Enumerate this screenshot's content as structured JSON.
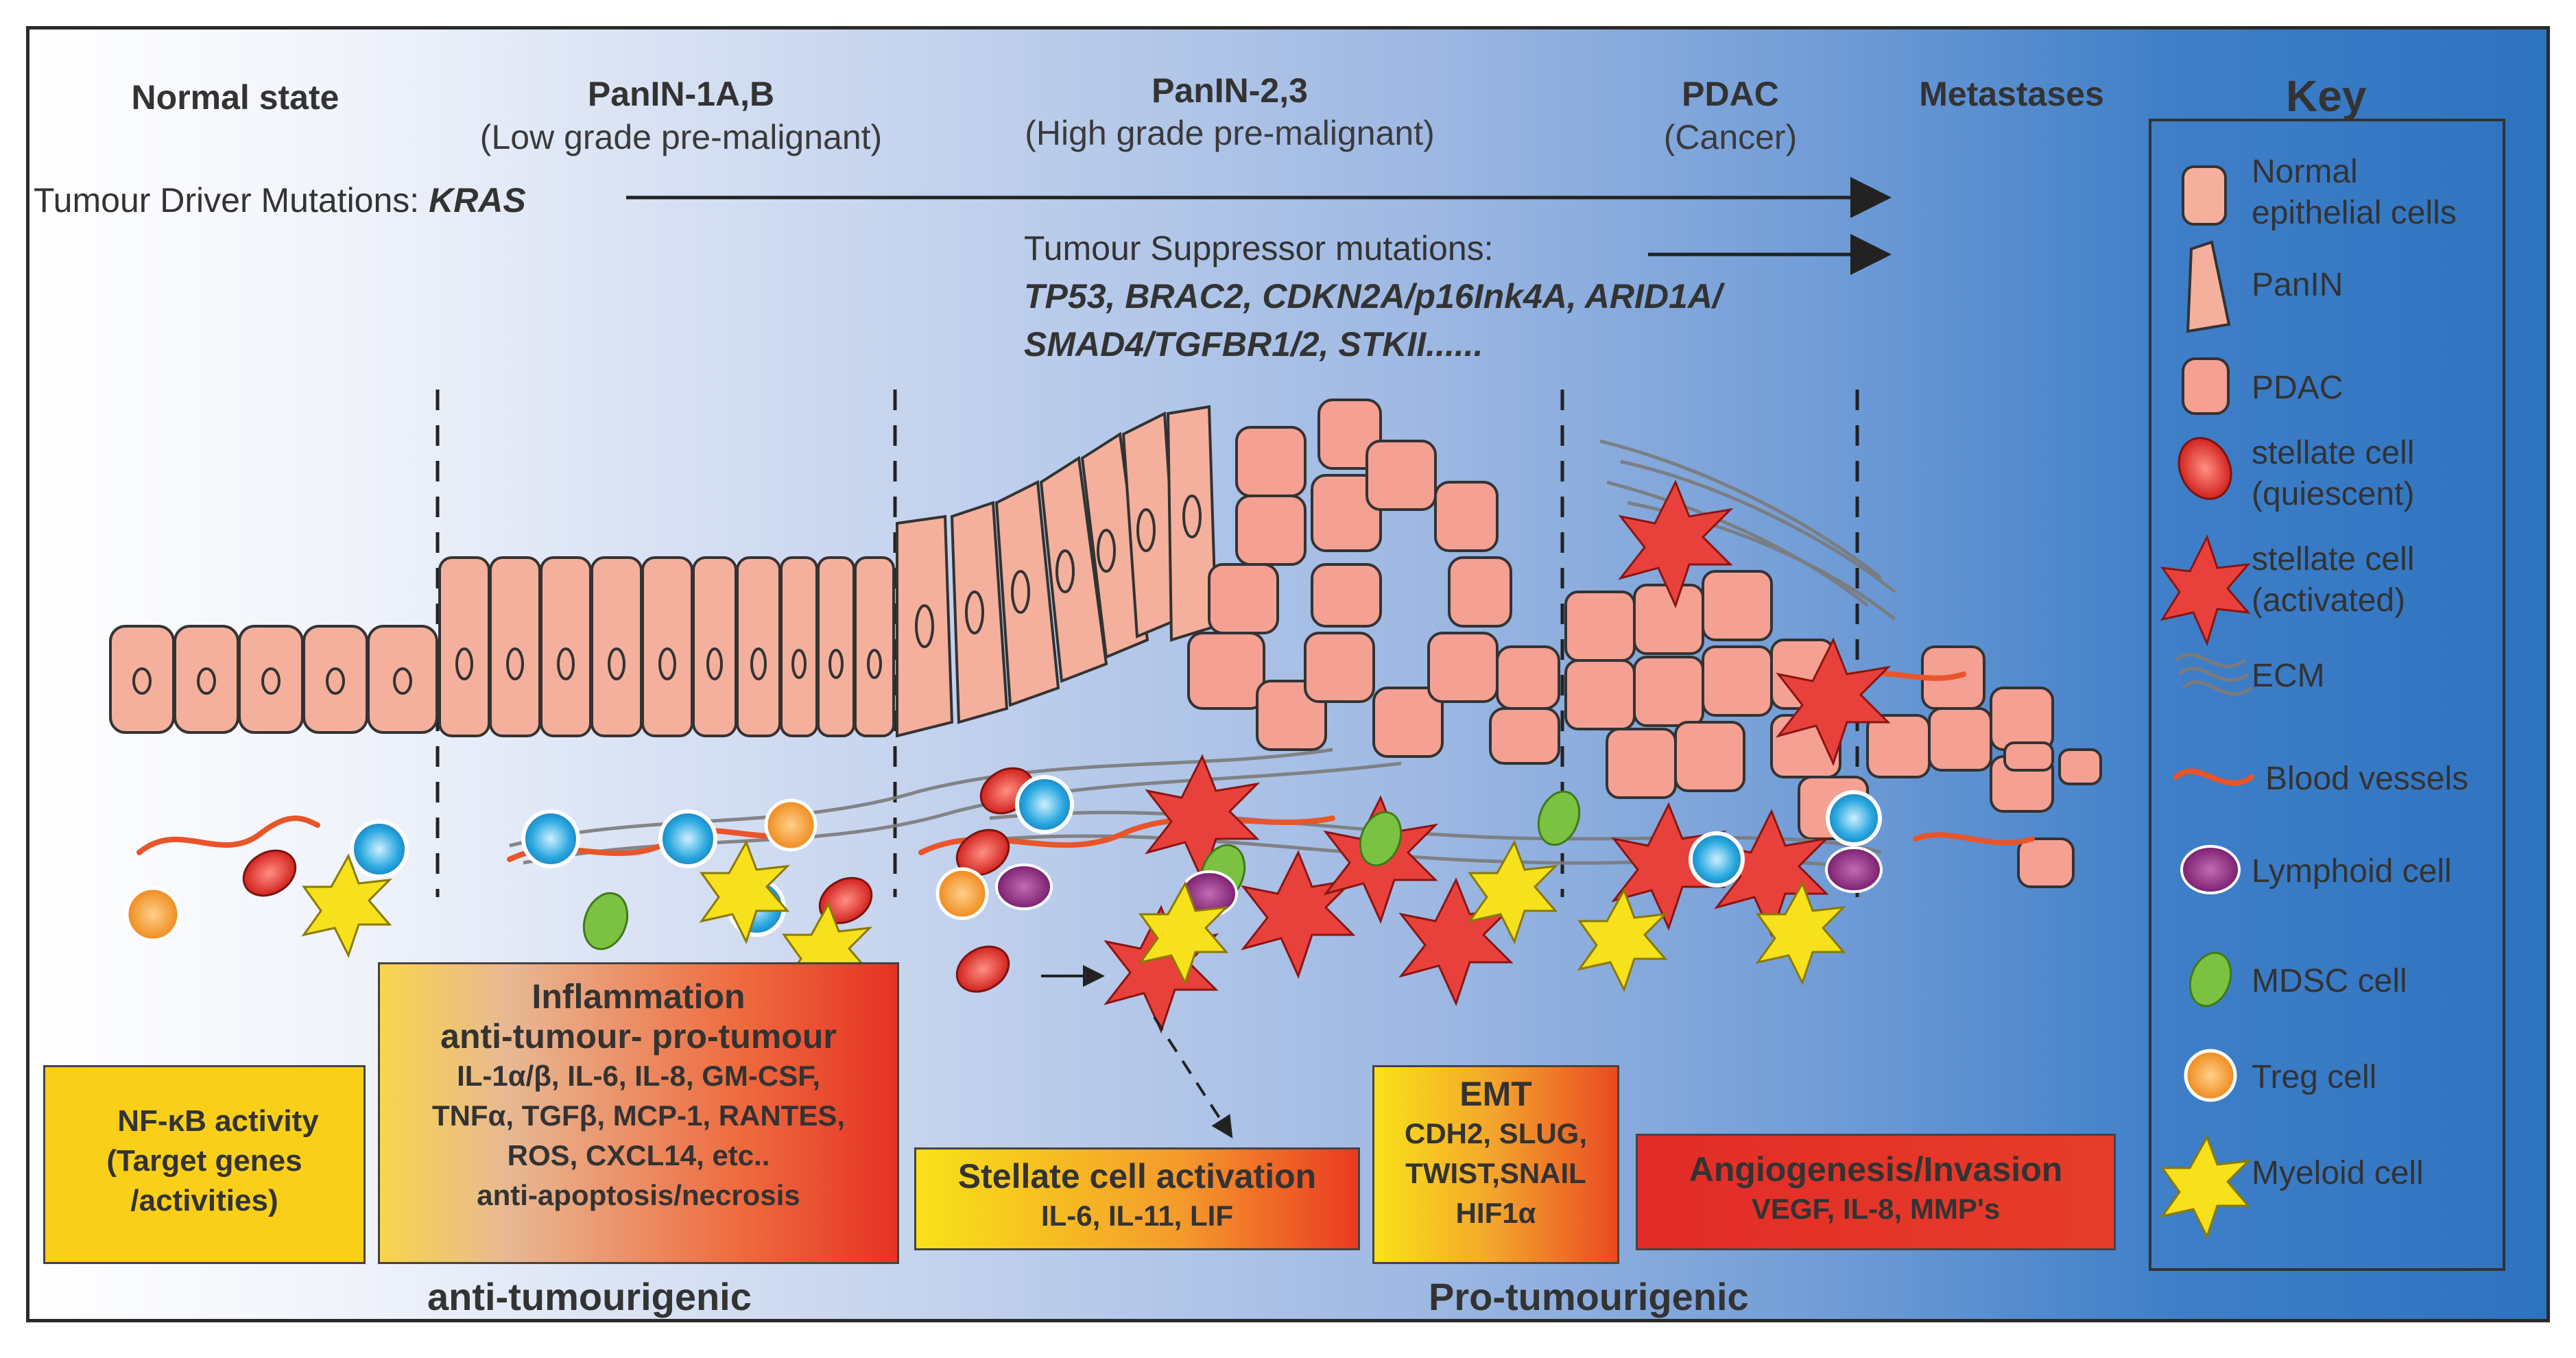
{
  "stages": {
    "normal": "Normal state",
    "panin1": "PanIN-1A,B",
    "panin1_sub": "(Low grade pre-malignant)",
    "panin2": "PanIN-2,3",
    "panin2_sub": "(High grade pre-malignant)",
    "pdac": "PDAC",
    "pdac_sub": "(Cancer)",
    "metastases": "Metastases"
  },
  "mutations": {
    "driver_label": "Tumour Driver Mutations:",
    "driver_gene": "KRAS",
    "suppressor_label": "Tumour Suppressor mutations:",
    "suppressor_genes_line1": "TP53, BRAC2, CDKN2A/p16Ink4A, ARID1A/",
    "suppressor_genes_line2": "SMAD4/TGFBR1/2, STKII......"
  },
  "boxes": {
    "nfkb": {
      "line1": "NF-κB activity",
      "line2": "(Target genes",
      "line3": "/activities)"
    },
    "inflammation": {
      "title": "Inflammation",
      "subtitle": "anti-tumour- pro-tumour",
      "line1": "IL-1α/β, IL-6, IL-8, GM-CSF,",
      "line2": "TNFα, TGFβ, MCP-1, RANTES,",
      "line3": "ROS, CXCL14, etc..",
      "line4": "anti-apoptosis/necrosis"
    },
    "stellate": {
      "title": "Stellate cell activation",
      "line1": "IL-6, IL-11, LIF"
    },
    "emt": {
      "title": "EMT",
      "line1": "CDH2, SLUG,",
      "line2": "TWIST,SNAIL",
      "line3": "HIF1α"
    },
    "angio": {
      "title": "Angiogenesis/Invasion",
      "line1": "VEGF, IL-8, MMP's"
    }
  },
  "bottom": {
    "anti": "anti-tumourigenic",
    "pro": "Pro-tumourigenic"
  },
  "key": {
    "title": "Key",
    "items": [
      {
        "label1": "Normal",
        "label2": "epithelial cells",
        "icon": "normal-epithelial-cell-icon"
      },
      {
        "label1": "PanIN",
        "label2": "",
        "icon": "panin-cell-icon"
      },
      {
        "label1": "PDAC",
        "label2": "",
        "icon": "pdac-cell-icon"
      },
      {
        "label1": "stellate cell",
        "label2": "(quiescent)",
        "icon": "quiescent-stellate-icon"
      },
      {
        "label1": "stellate cell",
        "label2": "(activated)",
        "icon": "activated-stellate-icon"
      },
      {
        "label1": "ECM",
        "label2": "",
        "icon": "ecm-icon"
      },
      {
        "label1": "Blood vessels",
        "label2": "",
        "icon": "blood-vessel-icon"
      },
      {
        "label1": "Lymphoid cell",
        "label2": "",
        "icon": "lymphoid-cell-icon"
      },
      {
        "label1": "MDSC cell",
        "label2": "",
        "icon": "mdsc-cell-icon"
      },
      {
        "label1": "Treg cell",
        "label2": "",
        "icon": "treg-cell-icon"
      },
      {
        "label1": "Myeloid cell",
        "label2": "",
        "icon": "myeloid-cell-icon"
      }
    ]
  },
  "colors": {
    "epithelial": "#f4b09c",
    "stellate_red": "#e8413c",
    "lymphoid": "#8b2a7e",
    "mdsc": "#7cc242",
    "treg": "#f39a2b",
    "myeloid": "#f7e11c",
    "blue_cell": "#2aa8e0",
    "ecm": "#7b7b7b"
  }
}
